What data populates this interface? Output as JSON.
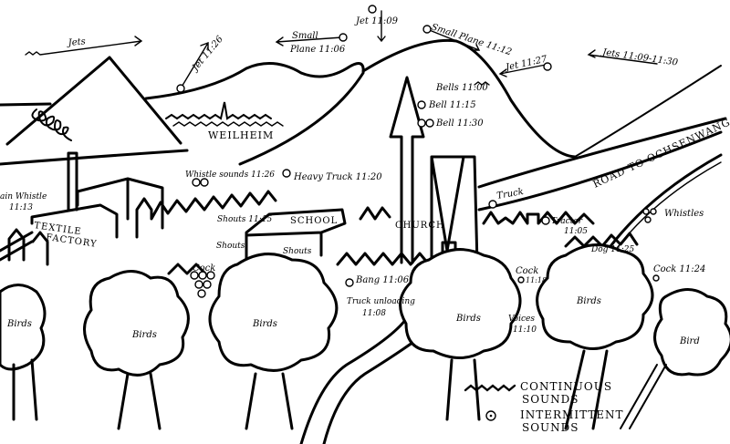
{
  "sky": {
    "jets": "Jets",
    "jet_1126": "Jet 11:26",
    "small_plane_1106_a": "Small",
    "small_plane_1106_b": "Plane 11:06",
    "jet_1109": "Jet 11:09",
    "small_plane_1112": "Small Plane 11:12",
    "jet_1127": "Jet 11:27",
    "jets_range": "Jets 11:09-11:30"
  },
  "town": {
    "weilheim": "WEILHEIM",
    "bells_1100": "Bells 11:00",
    "bell_1115": "Bell 11:15",
    "bell_1130": "Bell 11:30",
    "whistle_sounds": "Whistle sounds 11:26",
    "heavy_truck": "Heavy Truck 11:20",
    "train_whistle_a": "ain Whistle",
    "train_whistle_b": "11:13",
    "textile": "TEXTILE",
    "factory": "FACTORY",
    "shouts_1115": "Shouts 11:15",
    "school": "SCHOOL",
    "church": "CHURCH",
    "truck": "Truck",
    "road": "ROAD TO OCHSENWANG",
    "tractor_a": "Tractor",
    "tractor_b": "11:05",
    "whistles": "Whistles",
    "shouts_1": "Shouts",
    "shouts_2": "Shouts",
    "cock_1": "Cock",
    "bang": "Bang 11:06",
    "truck_unloading_a": "Truck unloading",
    "truck_unloading_b": "11:08",
    "cock_1118_a": "Cock",
    "cock_1118_b": "11:18",
    "dog": "Dog 11:25",
    "cock_1124": "Cock 11:24",
    "voices_a": "Voices",
    "voices_b": "11:10"
  },
  "trees": [
    "Birds",
    "Birds",
    "Birds",
    "Birds",
    "Birds",
    "Bird"
  ],
  "legend": {
    "continuous_a": "CONTINUOUS",
    "continuous_b": "SOUNDS",
    "intermittent_a": "INTERMITTENT",
    "intermittent_b": "SOUNDS"
  }
}
